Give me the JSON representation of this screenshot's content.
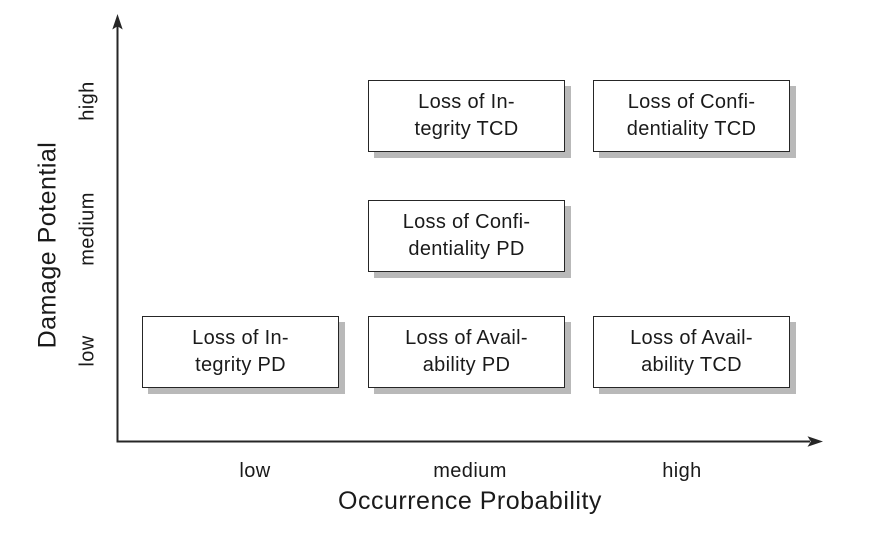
{
  "figure": {
    "background_color": "#ffffff",
    "text_color": "#1a1a1a",
    "axis_color": "#262626",
    "node_border_color": "#262626",
    "node_shadow_color": "#b9b9b9"
  },
  "chart_data": {
    "type": "scatter",
    "title": "",
    "xlabel": "Occurrence Probability",
    "ylabel": "Damage Potential",
    "x_ticks": [
      "low",
      "medium",
      "high"
    ],
    "y_ticks": [
      "low",
      "medium",
      "high"
    ],
    "grid": false,
    "legend": false,
    "points": [
      {
        "label": "Loss of Integrity TCD",
        "x": "medium",
        "y": "high",
        "display_lines": [
          "Loss of In-",
          "tegrity TCD"
        ]
      },
      {
        "label": "Loss of Confidentiality TCD",
        "x": "high",
        "y": "high",
        "display_lines": [
          "Loss of Confi-",
          "dentiality TCD"
        ]
      },
      {
        "label": "Loss of Confidentiality PD",
        "x": "medium",
        "y": "medium",
        "display_lines": [
          "Loss of Confi-",
          "dentiality PD"
        ]
      },
      {
        "label": "Loss of Integrity PD",
        "x": "low",
        "y": "low",
        "display_lines": [
          "Loss of In-",
          "tegrity PD"
        ]
      },
      {
        "label": "Loss of Availability PD",
        "x": "medium",
        "y": "low",
        "display_lines": [
          "Loss of Avail-",
          "ability PD"
        ]
      },
      {
        "label": "Loss of Availability TCD",
        "x": "high",
        "y": "low",
        "display_lines": [
          "Loss of Avail-",
          "ability TCD"
        ]
      }
    ]
  }
}
